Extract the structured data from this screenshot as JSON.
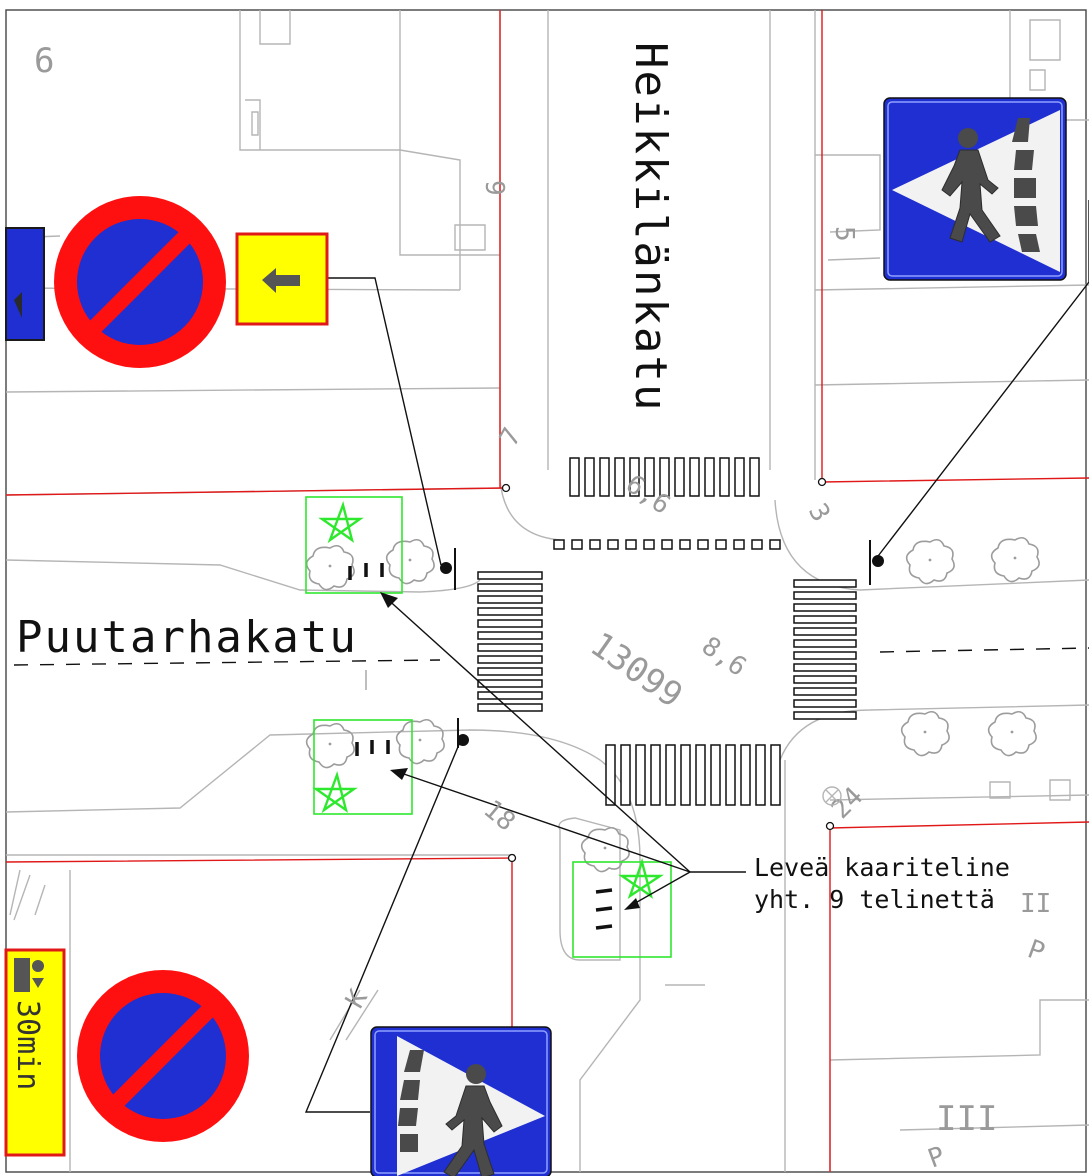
{
  "streets": {
    "vertical": "Heikkilänkatu",
    "horizontal": "Puutarhakatu"
  },
  "block_numbers": {
    "top_left": "6",
    "top_right_1": "5",
    "top_right_2": "3",
    "center": "13099",
    "center_small": "8,6",
    "center_small_2": "6,6",
    "mid_left": "7",
    "bottom_left": "18",
    "bottom_center_1": "24",
    "bottom_right_1": "II",
    "bottom_right_2": "III",
    "bottom_right_3": "P",
    "bottom_center_2": "K",
    "bottom_center_3": "P",
    "top_mid_small": "9"
  },
  "annotation": {
    "line1": "Leveä kaariteline",
    "line2": "yht. 9 telinettä"
  },
  "parking_sign": {
    "duration": "30min"
  },
  "colors": {
    "sign_blue": "#1f2fd1",
    "sign_red": "#ff1010",
    "sign_yellow": "#ffff00",
    "bike_rack_green": "#2ee82e",
    "property_line_red": "#e01818",
    "cad_grey": "#b5b5b5"
  },
  "icons": [
    "no-parking-sign-icon",
    "pedestrian-crossing-sign-icon",
    "arrow-left-icon",
    "parking-disc-icon",
    "bike-rack-icon",
    "tree-icon",
    "star-marker-icon"
  ]
}
